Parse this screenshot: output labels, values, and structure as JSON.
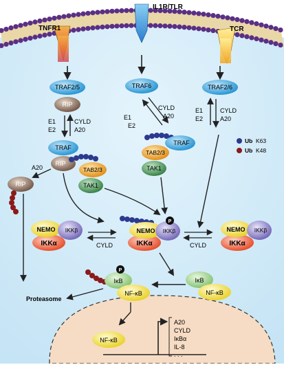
{
  "receptors": {
    "tnfr1": "TNFR1",
    "il1r_tlr": "IL1R/TLR",
    "tcr": "TCR"
  },
  "nodes": {
    "traf25": "TRAF2/5",
    "traf6": "TRAF6",
    "traf26": "TRAF2/6",
    "rip_top": "RIP",
    "traf_left": "TRAF",
    "rip_left": "RIP",
    "tab23_left": "TAB2/3",
    "tak1_left": "TAK1",
    "rip_far_left": "RIP",
    "traf_mid": "TRAF",
    "tab23_mid": "TAB2/3",
    "tak1_mid": "TAK1",
    "nemo_left": "NEMO",
    "ikkb_left": "IKKβ",
    "ikka_left": "IKKα",
    "nemo_center": "NEMO",
    "ikkb_center": "IKKβ",
    "ikka_center": "IKKα",
    "nemo_right": "NEMO",
    "ikkb_right": "IKKβ",
    "ikka_right": "IKKα",
    "ikb_left": "IκB",
    "nfkb_left": "NF-κB",
    "ikb_right": "IκB",
    "nfkb_right": "NF-κB",
    "nfkb_nucleus": "NF-κB",
    "phospho": "P"
  },
  "labels": {
    "e1_left": "E1",
    "e2_left": "E2",
    "cyld_left": "CYLD",
    "a20_left": "A20",
    "cyld_mid": "CYLD",
    "a20_mid": "A20",
    "e1_mid": "E1",
    "e2_mid": "E2",
    "e1_right": "E1",
    "e2_right": "E2",
    "cyld_right": "CYLD",
    "a20_right": "A20",
    "a20_side": "A20",
    "cyld_bottom_left": "CYLD",
    "cyld_bottom_right": "CYLD",
    "proteasome": "Proteasome"
  },
  "legend": {
    "k63_ub": "Ub",
    "k63_text": "K63",
    "k48_ub": "Ub",
    "k48_text": "K48",
    "k63_color": "#2b3a8f",
    "k48_color": "#8b1a1a"
  },
  "target_genes": [
    "A20",
    "CYLD",
    "IκBα",
    "IL-8",
    ". . ."
  ],
  "colors": {
    "cytoplasm": "#cfe9f7",
    "nucleus": "#f6dcc4",
    "traf": "#3aa8e0",
    "rip": "#8a6d5a",
    "tab": "#f2a421",
    "tak": "#3f8a4f",
    "nemo": "#f6e33a",
    "ikkb": "#8a7fc2",
    "ikka": "#f05a3a",
    "nfkb": "#f6e33a",
    "ikb": "#9ed08a"
  }
}
